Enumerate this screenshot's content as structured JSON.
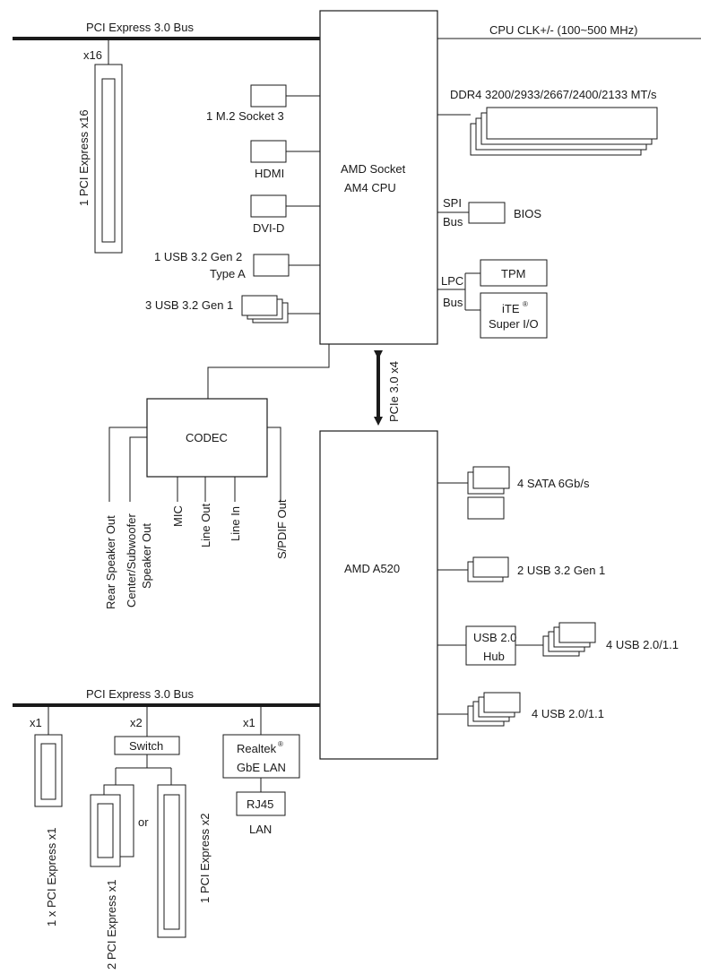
{
  "top_bus": {
    "label": "PCI Express 3.0 Bus",
    "lane": "x16"
  },
  "cpu_clk": "CPU CLK+/- (100~500 MHz)",
  "cpu": {
    "line1": "AMD Socket",
    "line2": "AM4 CPU"
  },
  "ddr4": "DDR4 3200/2933/2667/2400/2133 MT/s",
  "spi": {
    "line1": "SPI",
    "line2": "Bus"
  },
  "bios": "BIOS",
  "lpc": {
    "line1": "LPC",
    "line2": "Bus"
  },
  "tpm": "TPM",
  "ite": {
    "line1": "iTE",
    "reg": "®",
    "line2": "Super I/O"
  },
  "pcie_x16_slot": "1 PCI Express x16",
  "m2": "1 M.2 Socket 3",
  "hdmi": "HDMI",
  "dvid": "DVI-D",
  "usb32g2": {
    "line1": "1 USB 3.2 Gen 2",
    "line2": "Type A"
  },
  "usb32g1_cpu": "3 USB 3.2 Gen 1",
  "codec": "CODEC",
  "audio": {
    "rear": "Rear Speaker Out",
    "center1": "Center/Subwoofer",
    "center2": "Speaker Out",
    "mic": "MIC",
    "lineout": "Line Out",
    "linein": "Line In",
    "spdif": "S/PDIF Out"
  },
  "pcie_link": "PCIe 3.0 x4",
  "chipset": "AMD A520",
  "sata": "4 SATA 6Gb/s",
  "usb32g1_pch": "2 USB 3.2 Gen 1",
  "usb20hub": {
    "line1": "USB 2.0",
    "line2": "Hub"
  },
  "usb20_hub_ports": "4 USB 2.0/1.1",
  "usb20_pch": "4 USB 2.0/1.1",
  "bottom_bus": {
    "label": "PCI Express 3.0 Bus",
    "lane_x1_a": "x1",
    "lane_x2": "x2",
    "lane_x1_b": "x1"
  },
  "switch": "Switch",
  "or": "or",
  "slot_x1": "1 x PCI Express x1",
  "slot_2x1": "2 PCI Express x1",
  "slot_x2": "1 PCI Express x2",
  "lan": {
    "line1": "Realtek",
    "reg": "®",
    "line2": "GbE LAN",
    "rj45": "RJ45",
    "label": "LAN"
  }
}
